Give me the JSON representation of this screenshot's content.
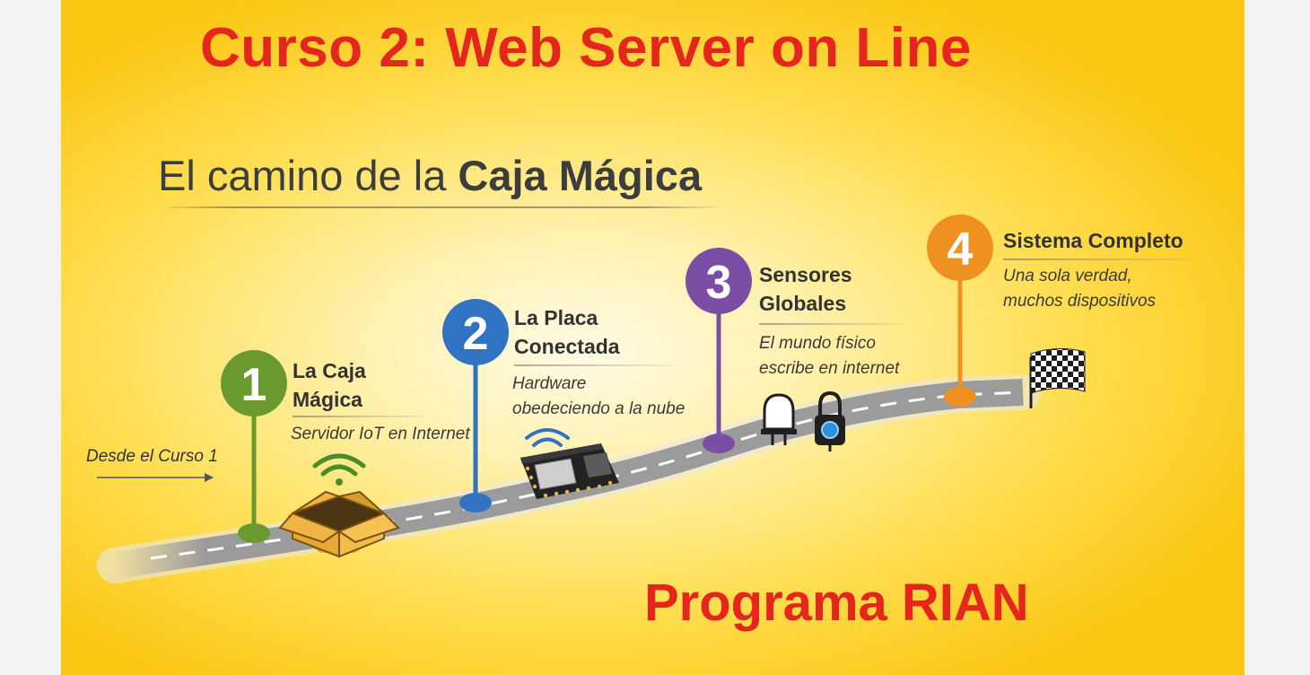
{
  "header": {
    "course_title": "Curso 2: Web Server on Line"
  },
  "subtitle": {
    "prefix": "El camino de la ",
    "emphasis": "Caja Mágica"
  },
  "start_label": "Desde el Curso 1",
  "steps": [
    {
      "number": "1",
      "title_lines": [
        "La Caja",
        "Mágica"
      ],
      "desc_lines": [
        "Servidor IoT en Internet"
      ],
      "color": "#6a9a2f"
    },
    {
      "number": "2",
      "title_lines": [
        "La Placa",
        "Conectada"
      ],
      "desc_lines": [
        "Hardware",
        "obedeciendo a la nube"
      ],
      "color": "#2f73c2"
    },
    {
      "number": "3",
      "title_lines": [
        "Sensores",
        "Globales"
      ],
      "desc_lines": [
        "El mundo físico",
        "escribe en internet"
      ],
      "color": "#7a4ea5"
    },
    {
      "number": "4",
      "title_lines": [
        "Sistema Completo"
      ],
      "desc_lines": [
        "Una sola verdad,",
        "muchos dispositivos"
      ],
      "color": "#ee9121"
    }
  ],
  "footer": {
    "program_label": "Programa RIAN"
  },
  "colors": {
    "title_red": "#e4261c",
    "road": "#9b9b9b",
    "box": "#f0b23c"
  },
  "icons": [
    "wifi-icon",
    "box-icon",
    "board-icon",
    "bulb-icon",
    "lock-icon",
    "finish-flag-icon",
    "arrow-right-icon"
  ]
}
